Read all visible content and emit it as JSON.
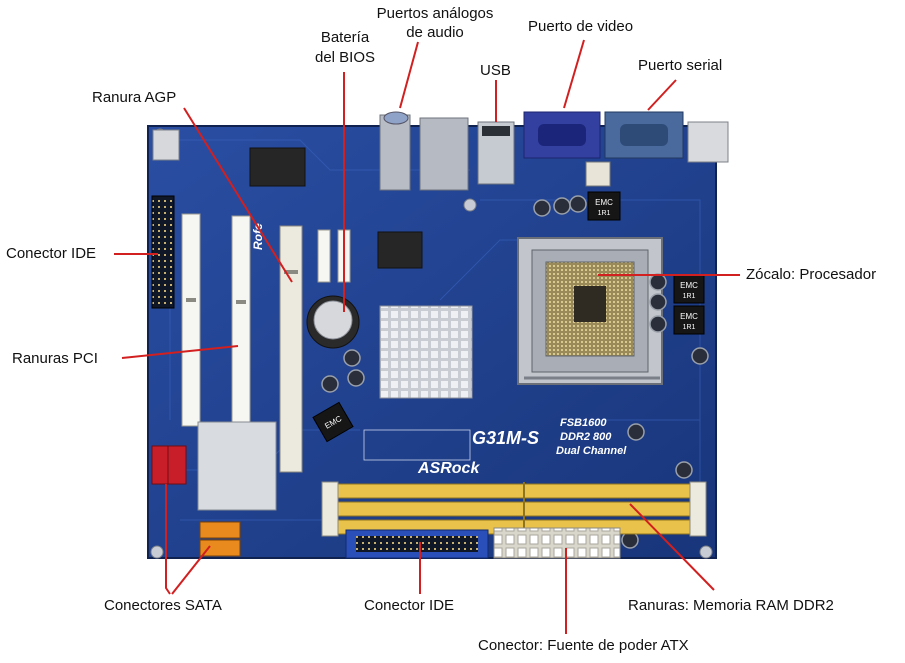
{
  "labels": {
    "bateria": "Batería\ndel BIOS",
    "audio": "Puertos análogos\nde audio",
    "video": "Puerto de video",
    "usb": "USB",
    "serial": "Puerto serial",
    "agp": "Ranura AGP",
    "ide_left": "Conector IDE",
    "procesador": "Zócalo: Procesador",
    "pci": "Ranuras PCI",
    "sata": "Conectores SATA",
    "ide_bottom": "Conector IDE",
    "ram": "Ranuras: Memoria RAM DDR2",
    "atx": "Conector: Fuente de poder ATX"
  },
  "board": {
    "model": "G31M-S",
    "brand": "ASRock",
    "fsb": "FSB1600",
    "ddr": "DDR2 800",
    "channel": "Dual Channel",
    "emc": "EMC",
    "emc_sub": "1R1",
    "side_logo": "Rofe"
  },
  "colors": {
    "board": "#1f3f8f",
    "callout": "#d21f1f",
    "ram_slot": "#e8c24a",
    "sata_red": "#c81e2a",
    "sata_orange": "#e88a1e",
    "ide_blue": "#2a4fb8"
  }
}
